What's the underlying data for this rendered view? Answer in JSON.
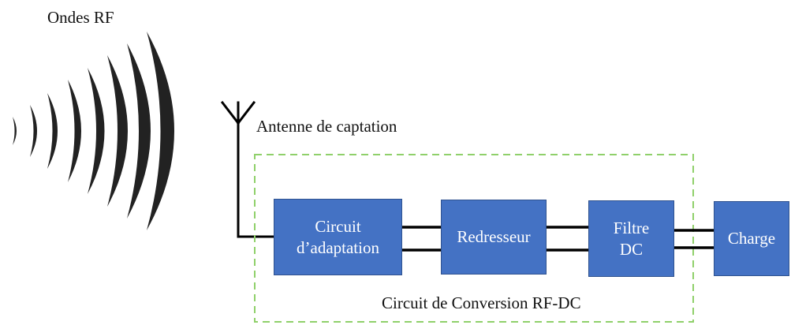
{
  "labels": {
    "rf_waves": "Ondes RF",
    "antenna": "Antenne de captation",
    "conversion_circuit": "Circuit de Conversion RF-DC"
  },
  "blocks": {
    "matching": {
      "line1": "Circuit",
      "line2": "d’adaptation"
    },
    "rectifier": {
      "line1": "Redresseur"
    },
    "filter": {
      "line1": "Filtre",
      "line2": "DC"
    },
    "load": {
      "line1": "Charge"
    }
  },
  "icons": {
    "waves": "rf-waves-icon",
    "antenna": "antenna-icon"
  },
  "colors": {
    "block_fill": "#4472c4",
    "block_text": "#ffffff",
    "dashed_border": "#8fd06a",
    "wires": "#000000",
    "waves": "#222222"
  }
}
